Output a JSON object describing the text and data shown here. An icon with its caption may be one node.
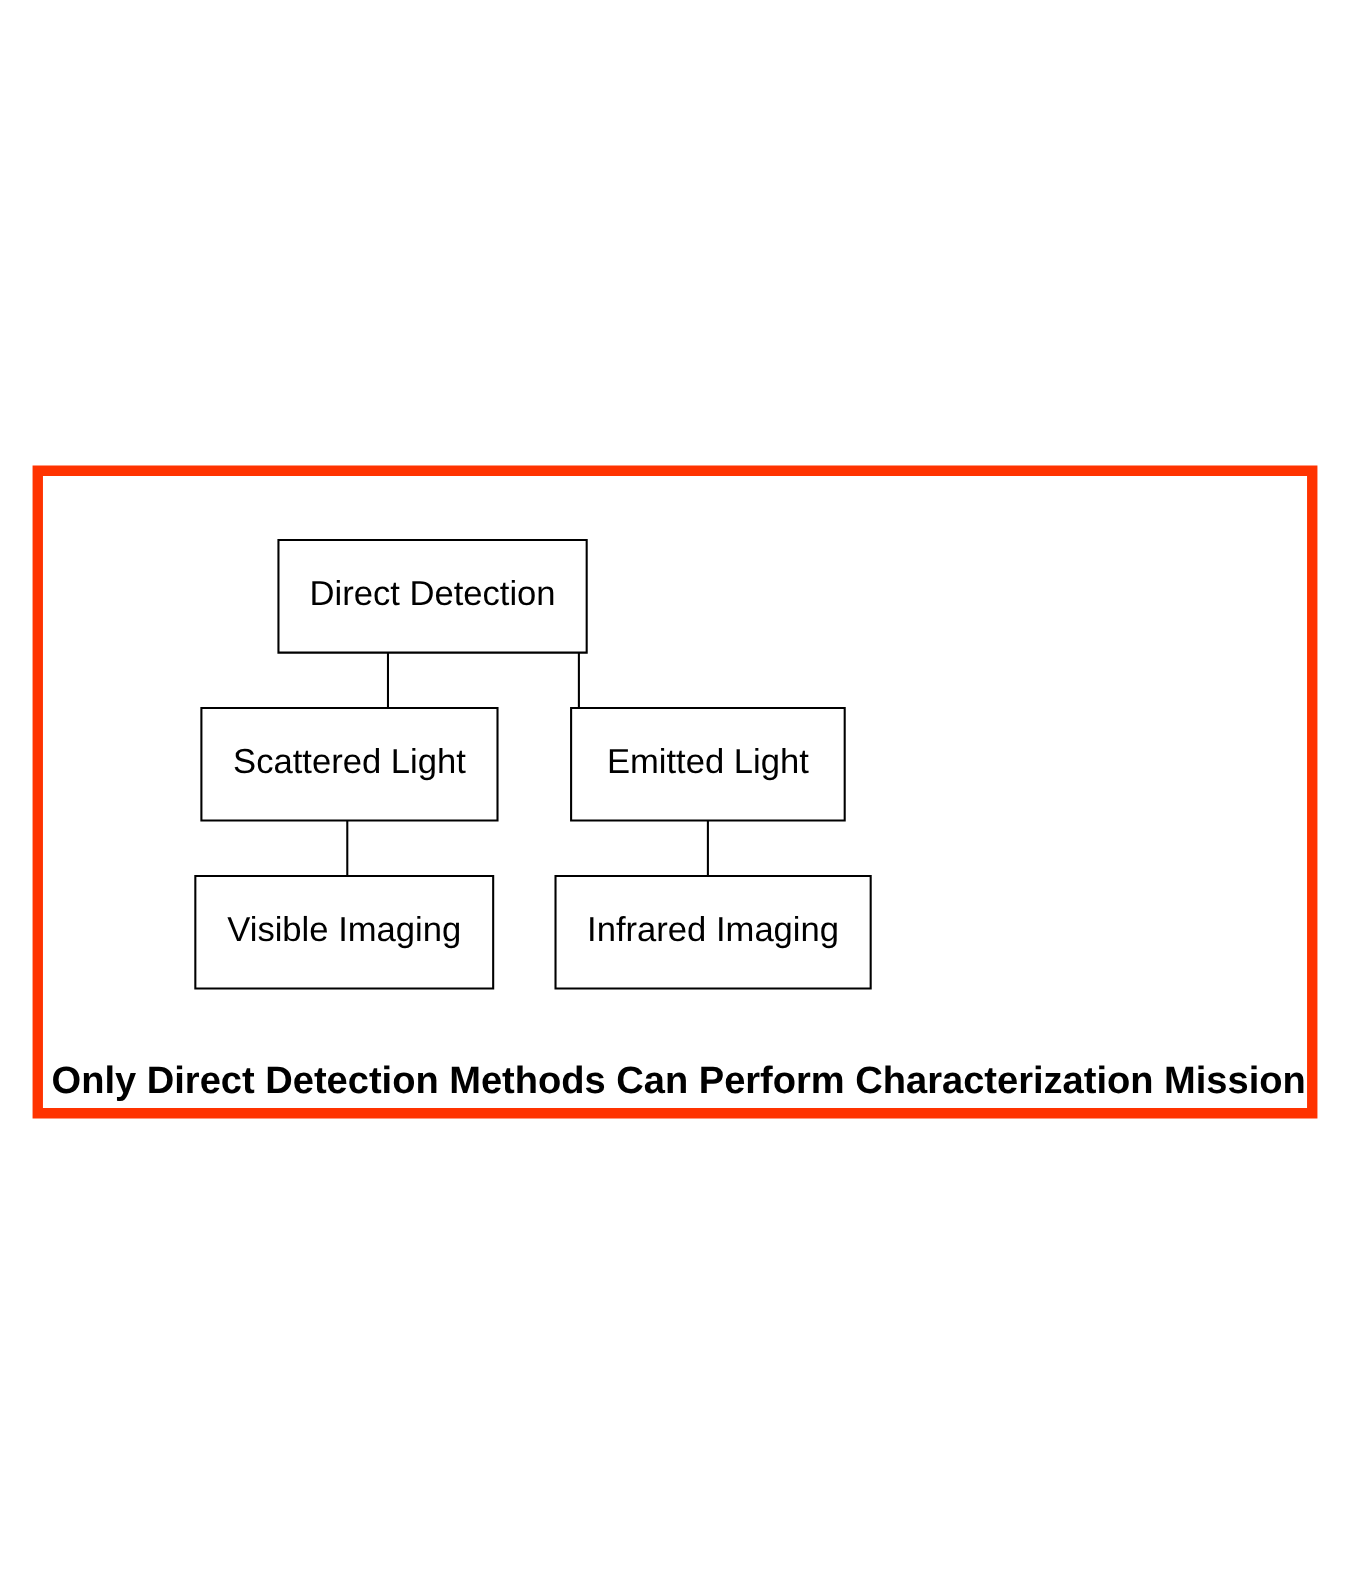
{
  "diagram": {
    "nodes": [
      {
        "text": [
          "Only Direct Detection Methods Can Perform Characterization Mission"
        ]
      },
      {
        "text": [
          "Direct Detection"
        ],
        "in": 0
      },
      {
        "text": [
          "Scattered Light"
        ],
        "in": 0
      },
      {
        "text": [
          "Emitted Light"
        ],
        "in": 0
      },
      {
        "text": [
          "Visible Imaging"
        ],
        "in": 0
      },
      {
        "text": [
          "Infrared Imaging"
        ],
        "in": 0
      }
    ],
    "edges": [
      {
        "from": 1,
        "to": 2,
        "arrow": "none"
      },
      {
        "from": 1,
        "to": 3,
        "arrow": "none"
      },
      {
        "from": 2,
        "to": 4,
        "arrow": "none"
      },
      {
        "from": 3,
        "to": 5,
        "arrow": "none"
      }
    ]
  }
}
